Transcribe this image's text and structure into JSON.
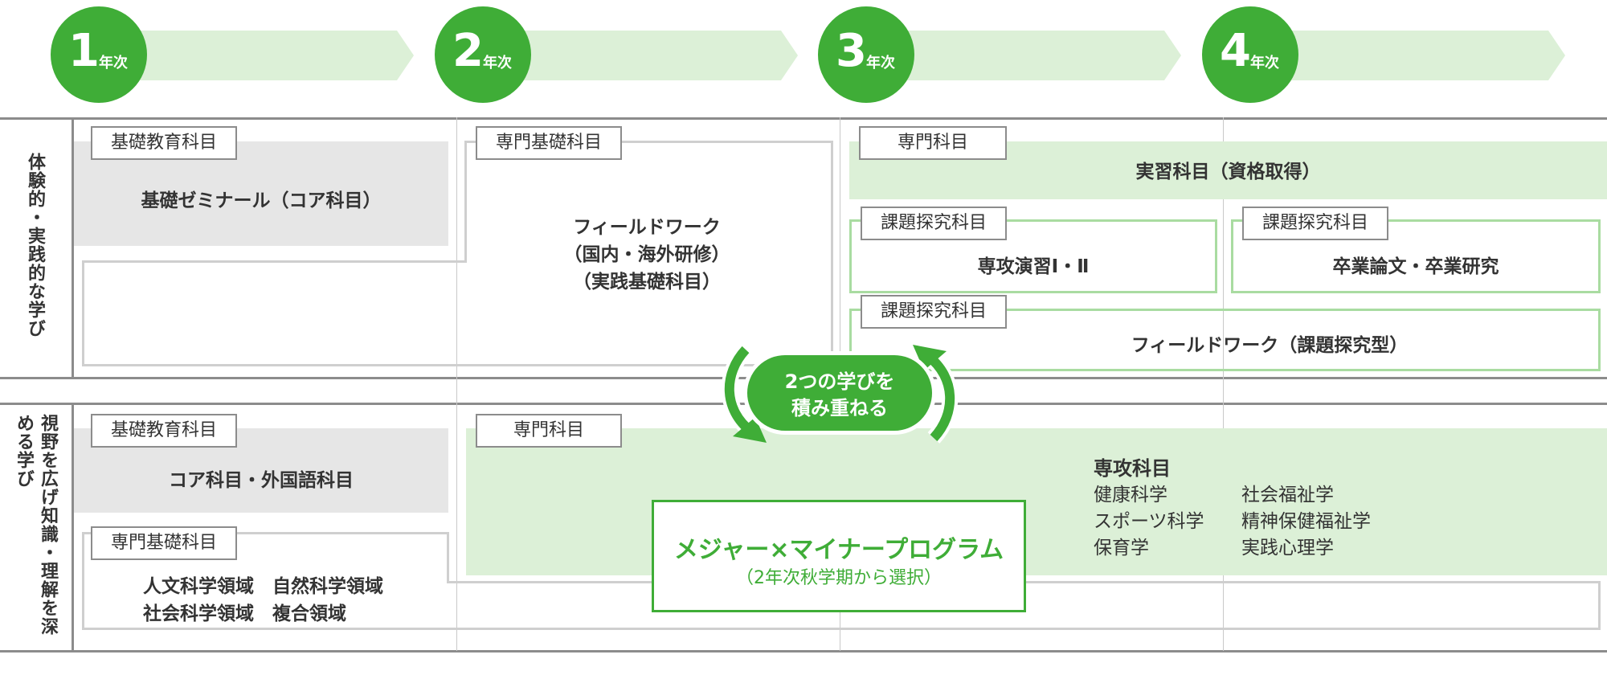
{
  "years": [
    {
      "num": "1",
      "suffix": "年次"
    },
    {
      "num": "2",
      "suffix": "年次"
    },
    {
      "num": "3",
      "suffix": "年次"
    },
    {
      "num": "4",
      "suffix": "年次"
    }
  ],
  "rows": {
    "experiential_label": "体験的・実践的な学び",
    "knowledge_label": "視野を広げ知識・理解を深める学び"
  },
  "top": {
    "kiso_tag": "基礎教育科目",
    "kiso_text": "基礎ゼミナール（コア科目）",
    "senmon_kiso_tag": "専門基礎科目",
    "fieldwork_lines": [
      "フィールドワーク",
      "（国内・海外研修）",
      "（実践基礎科目）"
    ],
    "senmon_tag": "専門科目",
    "jisshu_text": "実習科目（資格取得）",
    "kadai_tag_1": "課題探究科目",
    "ensyu_text": "専攻演習Ⅰ・Ⅱ",
    "kadai_tag_2": "課題探究科目",
    "sotsugyo_text": "卒業論文・卒業研究",
    "kadai_tag_3": "課題探究科目",
    "fieldwork2_text": "フィールドワーク（課題探究型）"
  },
  "center_badge": {
    "line1": "2つの学びを",
    "line2": "積み重ねる"
  },
  "bottom": {
    "kiso_tag": "基礎教育科目",
    "core_text": "コア科目・外国語科目",
    "senmon_kiso_tag": "専門基礎科目",
    "areas": [
      "人文科学領域　自然科学領域",
      "社会科学領域　複合領域"
    ],
    "senmon_tag": "専門科目",
    "senkou_title": "専攻科目",
    "senkou_col1": [
      "健康科学",
      "スポーツ科学",
      "保育学"
    ],
    "senkou_col2": [
      "社会福祉学",
      "精神保健福祉学",
      "実践心理学"
    ],
    "major_title": "メジャー×マイナープログラム",
    "major_sub": "（2年次秋学期から選択）"
  },
  "colors": {
    "accent": "#3fad37",
    "light_green": "#dcf0d7",
    "gray_fill": "#e6e6e6"
  }
}
